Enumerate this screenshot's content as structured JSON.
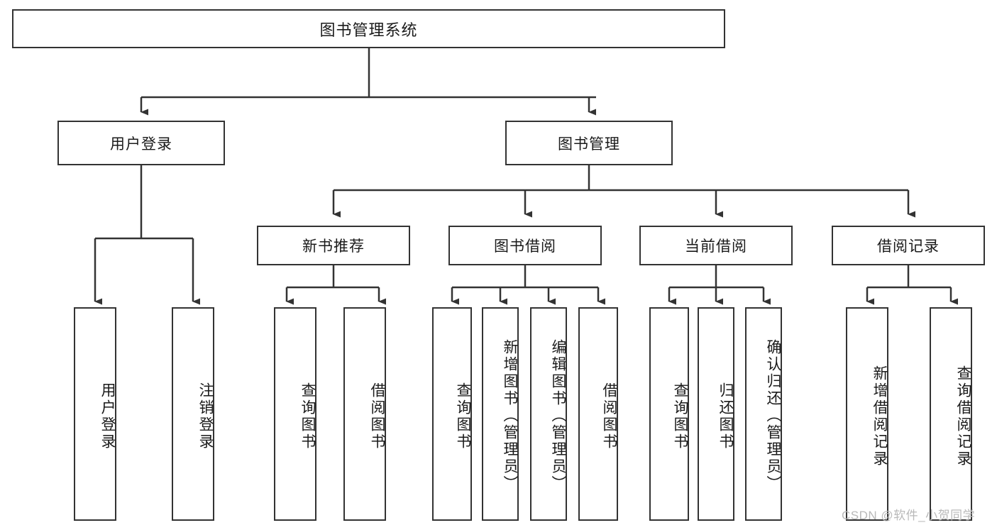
{
  "diagram": {
    "type": "hierarchy-tree",
    "title": "图书管理系统",
    "root": {
      "id": "root",
      "label": "图书管理系统"
    },
    "level1": [
      {
        "id": "user-login",
        "label": "用户登录"
      },
      {
        "id": "book-management",
        "label": "图书管理"
      }
    ],
    "level2": [
      {
        "id": "new-book-recommend",
        "label": "新书推荐",
        "parent": "book-management"
      },
      {
        "id": "book-borrow",
        "label": "图书借阅",
        "parent": "book-management"
      },
      {
        "id": "current-borrow",
        "label": "当前借阅",
        "parent": "book-management"
      },
      {
        "id": "borrow-record",
        "label": "借阅记录",
        "parent": "book-management"
      }
    ],
    "leaves": {
      "user_login": [
        {
          "id": "leaf-user-login",
          "label": "用户登录"
        },
        {
          "id": "leaf-logout-login",
          "label": "注销登录"
        }
      ],
      "new_book_recommend": [
        {
          "id": "leaf-query-book-1",
          "label": "查询图书"
        },
        {
          "id": "leaf-borrow-book-1",
          "label": "借阅图书"
        }
      ],
      "book_borrow": [
        {
          "id": "leaf-query-book-2",
          "label": "查询图书"
        },
        {
          "id": "leaf-add-book",
          "label": "新增图书（管理员）"
        },
        {
          "id": "leaf-edit-book",
          "label": "编辑图书（管理员）"
        },
        {
          "id": "leaf-borrow-book-2",
          "label": "借阅图书"
        }
      ],
      "current_borrow": [
        {
          "id": "leaf-query-book-3",
          "label": "查询图书"
        },
        {
          "id": "leaf-return-book",
          "label": "归还图书"
        },
        {
          "id": "leaf-confirm-return",
          "label": "确认归还（管理员）"
        }
      ],
      "borrow_record": [
        {
          "id": "leaf-add-record",
          "label": "新增借阅记录"
        },
        {
          "id": "leaf-query-record",
          "label": "查询借阅记录"
        }
      ]
    }
  },
  "watermark": {
    "text": "CSDN @软件_小贺同学"
  },
  "colors": {
    "box_border": "#333333",
    "box_fill": "#ffffff",
    "line": "#333333",
    "text": "#1a1a1a",
    "watermark": "#b9b9b9",
    "background": "#ffffff"
  }
}
